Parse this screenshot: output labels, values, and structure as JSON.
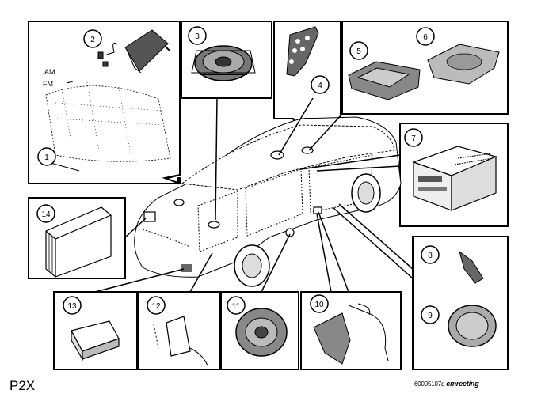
{
  "page_label": "P2X",
  "doc_code": "60005107d",
  "brand_mark": "cmreeting",
  "radio_band_labels": [
    "AM",
    "FM"
  ],
  "callouts": [
    {
      "number": "1",
      "part": "rear-window-antenna"
    },
    {
      "number": "2",
      "part": "antenna-amplifier"
    },
    {
      "number": "3",
      "part": "speaker"
    },
    {
      "number": "4",
      "part": "steering-wheel-controls"
    },
    {
      "number": "5",
      "part": "overhead-speaker-housing"
    },
    {
      "number": "6",
      "part": "speaker-grille"
    },
    {
      "number": "7",
      "part": "radio-unit"
    },
    {
      "number": "8",
      "part": "tweeter"
    },
    {
      "number": "9",
      "part": "door-speaker"
    },
    {
      "number": "10",
      "part": "subwoofer-harness"
    },
    {
      "number": "11",
      "part": "woofer"
    },
    {
      "number": "12",
      "part": "control-module"
    },
    {
      "number": "13",
      "part": "amplifier"
    },
    {
      "number": "14",
      "part": "cd-changer"
    }
  ]
}
